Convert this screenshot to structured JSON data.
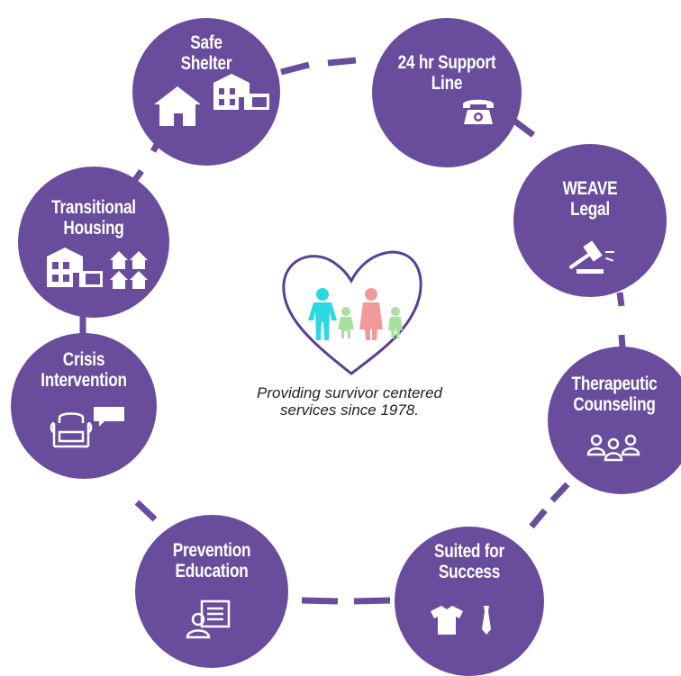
{
  "colors": {
    "node_fill": "#6a4c9c",
    "connector": "#6a4c9c",
    "label_text": "#ffffff",
    "heart_outline": "#5b3f96",
    "figure_teal": "#2bd9e0",
    "figure_pink": "#f29a9a",
    "figure_green": "#a8e0a0"
  },
  "center": {
    "tagline_line1": "Providing survivor centered",
    "tagline_line2": "services since 1978."
  },
  "services": [
    {
      "id": "safe-shelter",
      "lines": [
        "Safe",
        "Shelter"
      ],
      "icon": "house-icon"
    },
    {
      "id": "support-line",
      "lines": [
        "24 hr Support",
        "Line"
      ],
      "icon": "telephone-icon"
    },
    {
      "id": "weave-legal",
      "lines": [
        "WEAVE",
        "Legal"
      ],
      "icon": "gavel-icon"
    },
    {
      "id": "therapeutic-counseling",
      "lines": [
        "Therapeutic",
        "Counseling"
      ],
      "icon": "group-icon"
    },
    {
      "id": "suited-for-success",
      "lines": [
        "Suited for",
        "Success"
      ],
      "icon": "shirt-tie-icon"
    },
    {
      "id": "prevention-education",
      "lines": [
        "Prevention",
        "Education"
      ],
      "icon": "presenter-icon"
    },
    {
      "id": "crisis-intervention",
      "lines": [
        "Crisis",
        "Intervention"
      ],
      "icon": "armchair-chat-icon"
    },
    {
      "id": "transitional-housing",
      "lines": [
        "Transitional",
        "Housing"
      ],
      "icon": "houses-icon"
    }
  ]
}
